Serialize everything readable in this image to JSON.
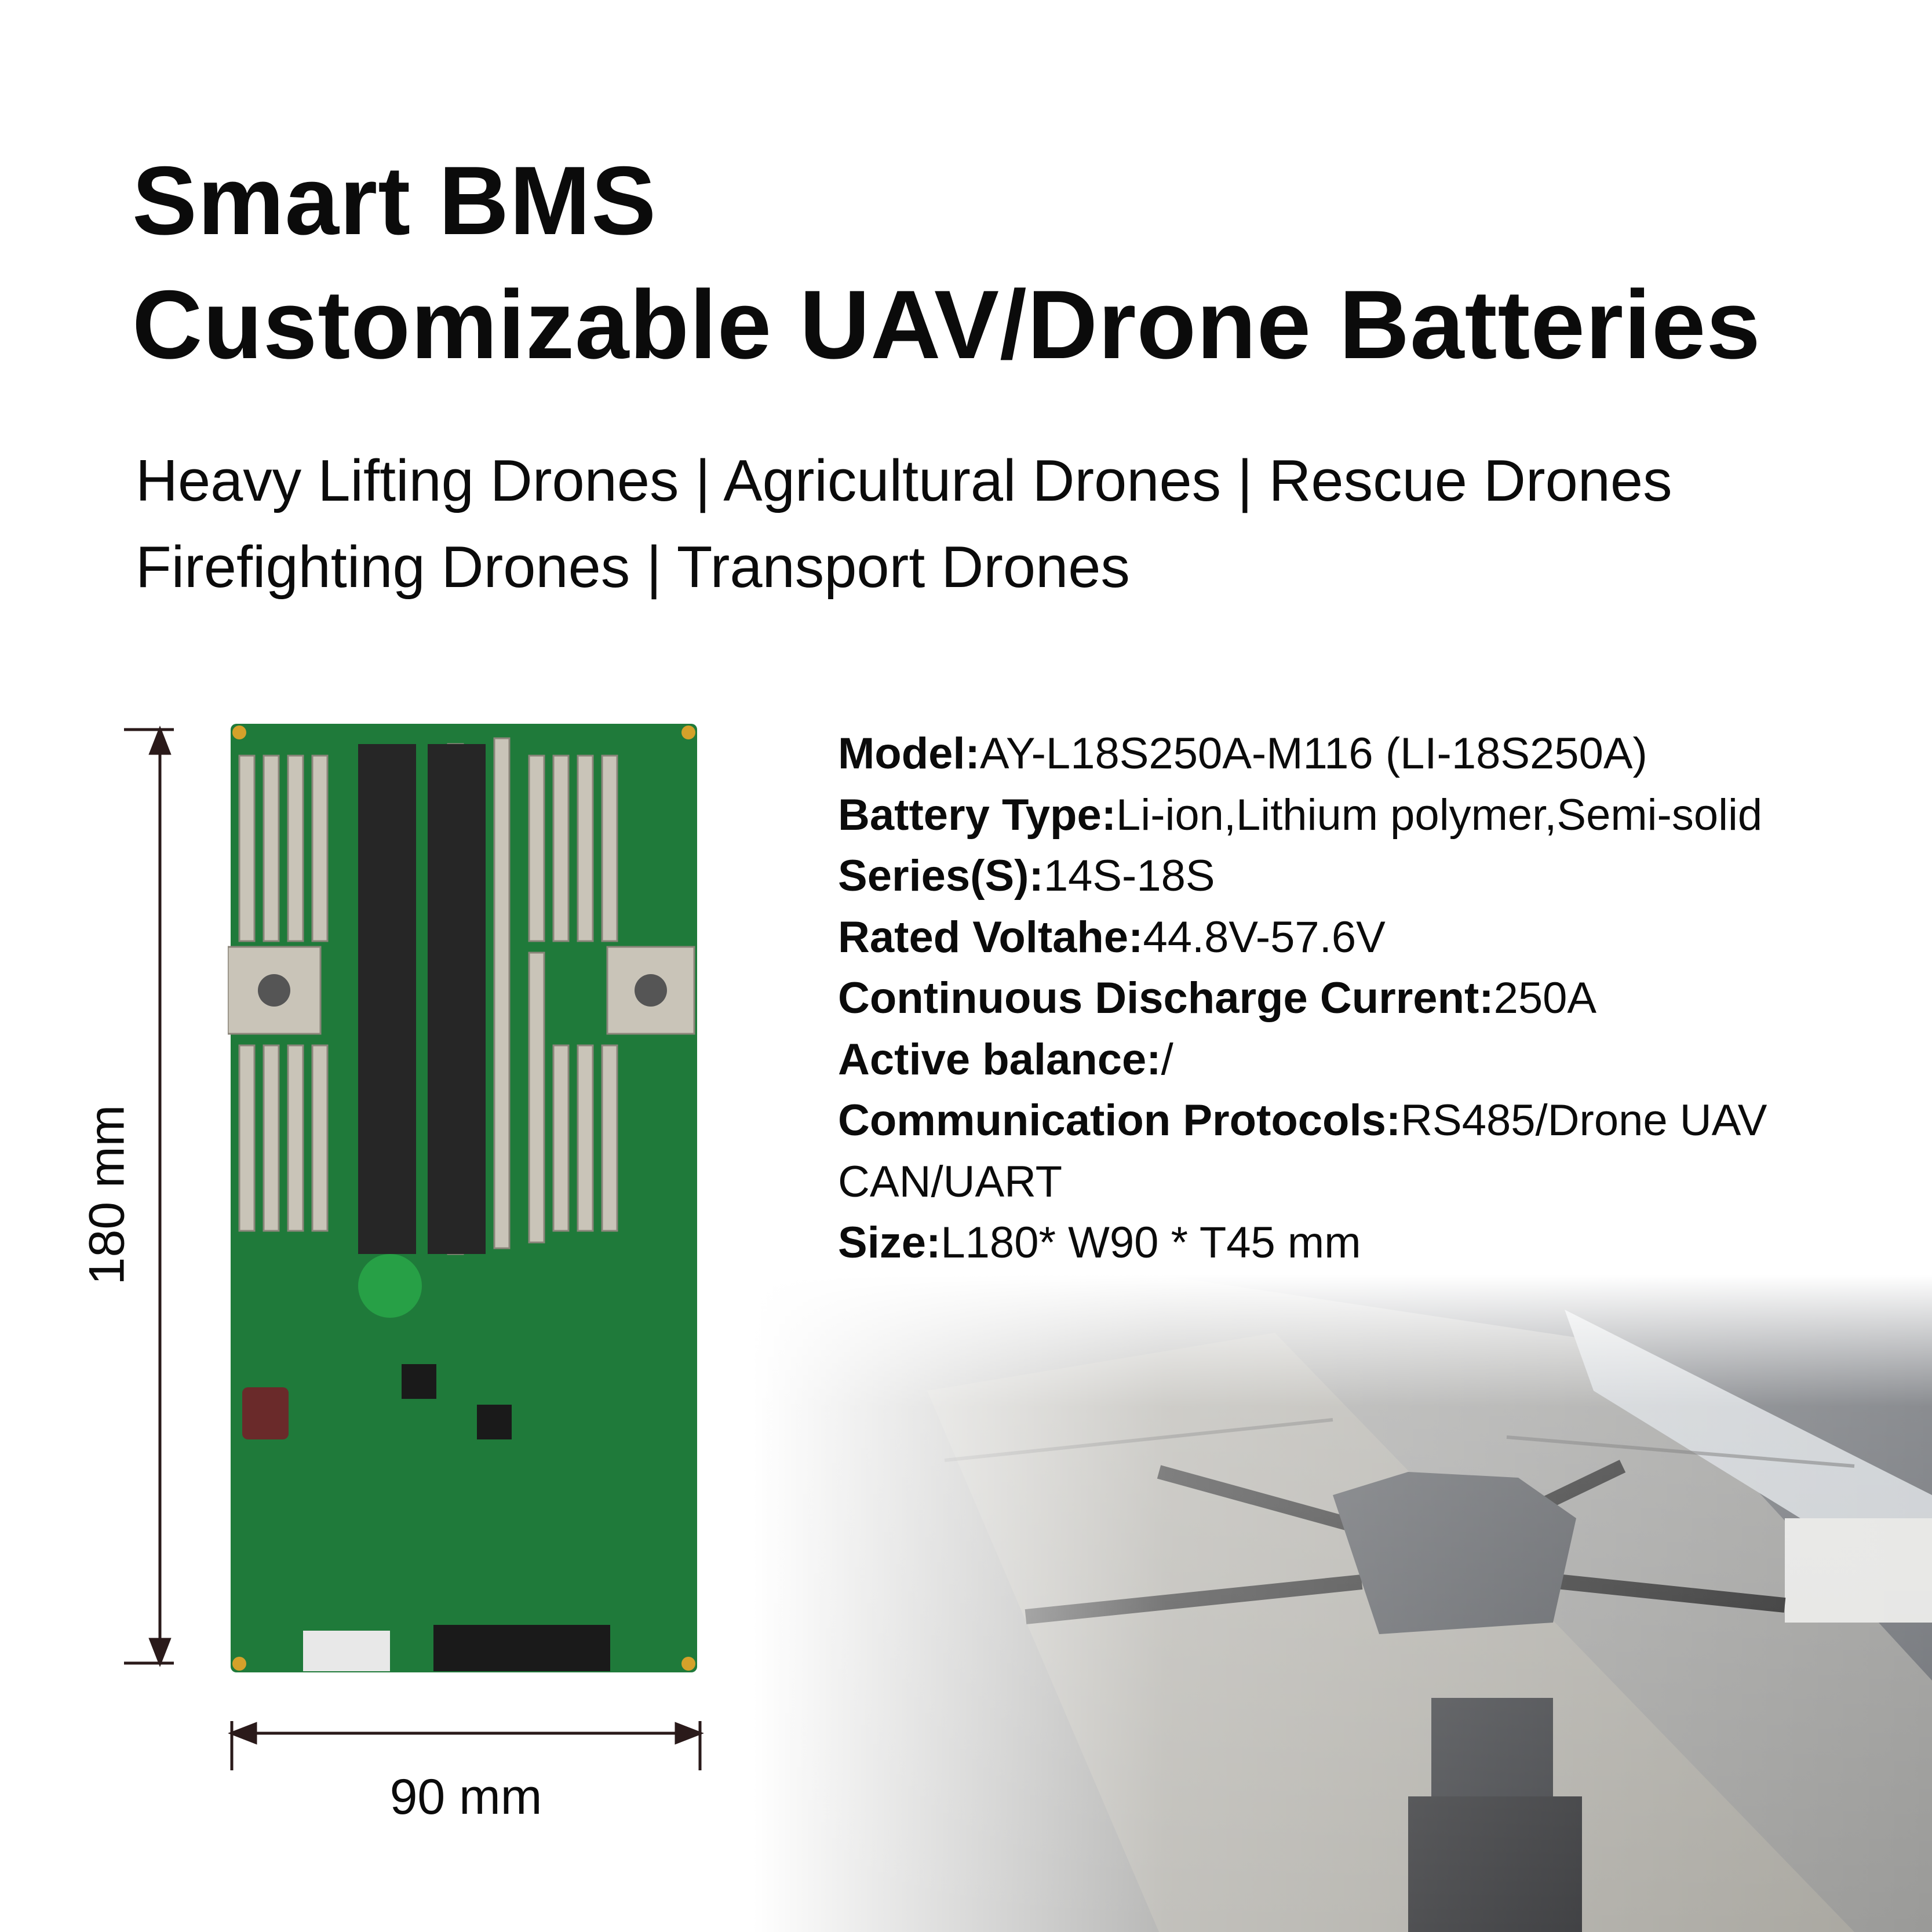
{
  "header": {
    "title_line1": "Smart BMS",
    "title_line2": "Customizable UAV/Drone Batteries",
    "applications_line1": "Heavy Lifting Drones | Agricultural Drones | Rescue Drones",
    "applications_line2": "Firefighting Drones | Transport Drones"
  },
  "specs": [
    {
      "label": "Model:",
      "value": "AY-L18S250A-M116 (LI-18S250A)"
    },
    {
      "label": "Battery Type:",
      "value": "Li-ion,Lithium polymer,Semi-solid"
    },
    {
      "label": "Series(S):",
      "value": "14S-18S"
    },
    {
      "label": "Rated Voltahe:",
      "value": "44.8V-57.6V"
    },
    {
      "label": "Continuous Discharge Current:",
      "value": "250A"
    },
    {
      "label": "Active balance:",
      "value": "/"
    },
    {
      "label": "Communication Protocols:",
      "value": "RS485/Drone UAV"
    },
    {
      "label": "",
      "value": "CAN/UART"
    },
    {
      "label": "Size:",
      "value": "L180* W90 * T45 mm"
    }
  ],
  "dimensions": {
    "height_label": "180 mm",
    "width_label": "90 mm"
  },
  "colors": {
    "pcb_green": "#1f7a3a",
    "text": "#0b0b0b",
    "dim_line": "#2a1a1a"
  }
}
